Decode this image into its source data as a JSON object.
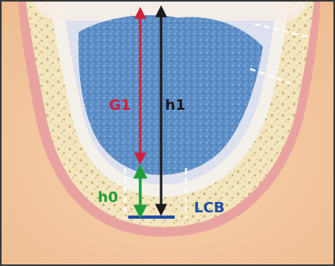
{
  "labels": {
    "g1": "G1",
    "h1": "h1",
    "h0": "h0",
    "lcb": "LCB"
  },
  "colors": {
    "background": "#f5c7a0",
    "border": "#3a3a3a",
    "gingiva": "#e8a3a0",
    "bone": "#f3e5bd",
    "bone_texture": "#b79a58",
    "tooth_wall": "#f4f1ea",
    "socket": "#dde0ee",
    "graft": "#5d8fc7",
    "g1_arrow": "#d0203a",
    "h1_arrow": "#1a1a1a",
    "h0_arrow": "#1f9f3a",
    "lcb_line": "#1f4ea8",
    "lcb_text": "#1f4ea8",
    "dash": "#ffffff"
  }
}
